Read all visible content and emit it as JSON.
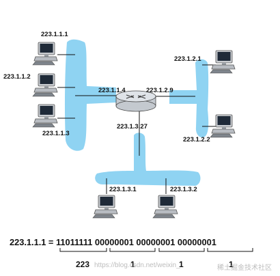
{
  "hosts": [
    {
      "id": "h1",
      "ip": "223.1.1.1"
    },
    {
      "id": "h2",
      "ip": "223.1.1.2"
    },
    {
      "id": "h3",
      "ip": "223.1.1.3"
    },
    {
      "id": "h4",
      "ip": "223.1.2.1"
    },
    {
      "id": "h5",
      "ip": "223.1.2.2"
    },
    {
      "id": "h6",
      "ip": "223.1.3.1"
    },
    {
      "id": "h7",
      "ip": "223.1.3.2"
    }
  ],
  "router": {
    "interfaces": [
      {
        "id": "if1",
        "ip": "223.1.1.4"
      },
      {
        "id": "if2",
        "ip": "223.1.2.9"
      },
      {
        "id": "if3",
        "ip": "223.1.3.27"
      }
    ]
  },
  "binary_example": {
    "text": "223.1.1.1 = 11011111 00000001 00000001 00000001",
    "octets": [
      "223",
      "1",
      "1",
      "1"
    ]
  },
  "watermarks": [
    "https://blog.csdn.net/weixin_",
    "稀土掘金技术社区"
  ],
  "colors": {
    "subnet": "#8fd3f2",
    "router_body": "#dfe3e8",
    "line": "#111111"
  }
}
